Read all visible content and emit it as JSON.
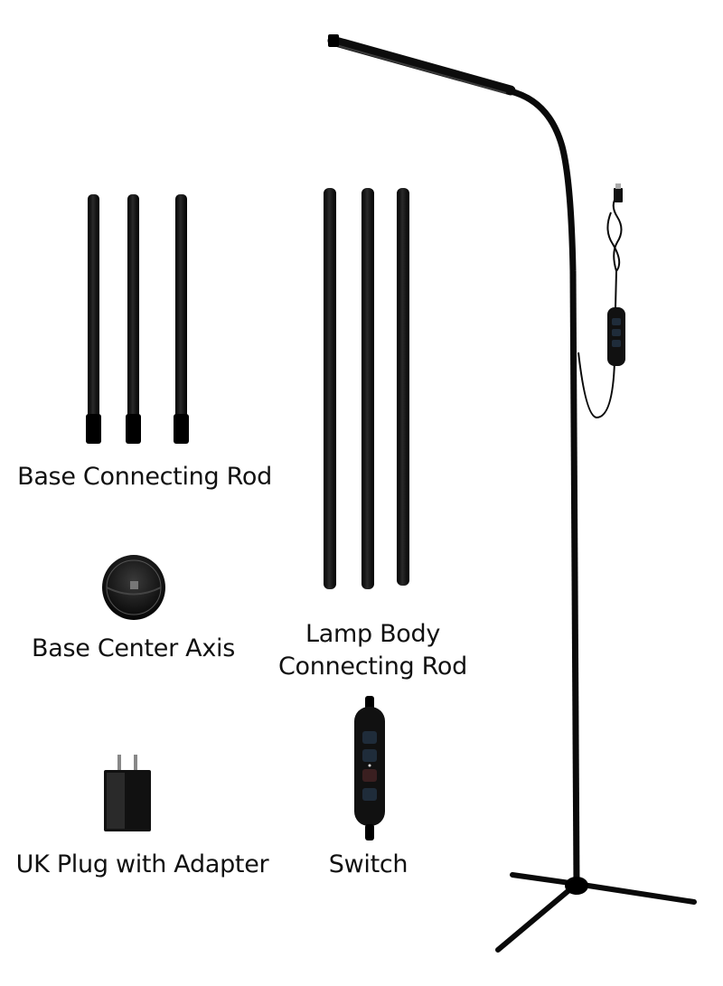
{
  "labels": {
    "base_connecting_rod": "Base Connecting Rod",
    "base_center_axis": "Base Center Axis",
    "lamp_body_line1": "Lamp Body",
    "lamp_body_line2": "Connecting Rod",
    "uk_plug": "UK Plug with Adapter",
    "switch": "Switch"
  },
  "colors": {
    "background": "#ffffff",
    "part_black": "#111111",
    "label_text": "#111111"
  },
  "counts": {
    "base_connecting_rods": 3,
    "lamp_body_rods": 3,
    "switch_buttons": 4
  }
}
